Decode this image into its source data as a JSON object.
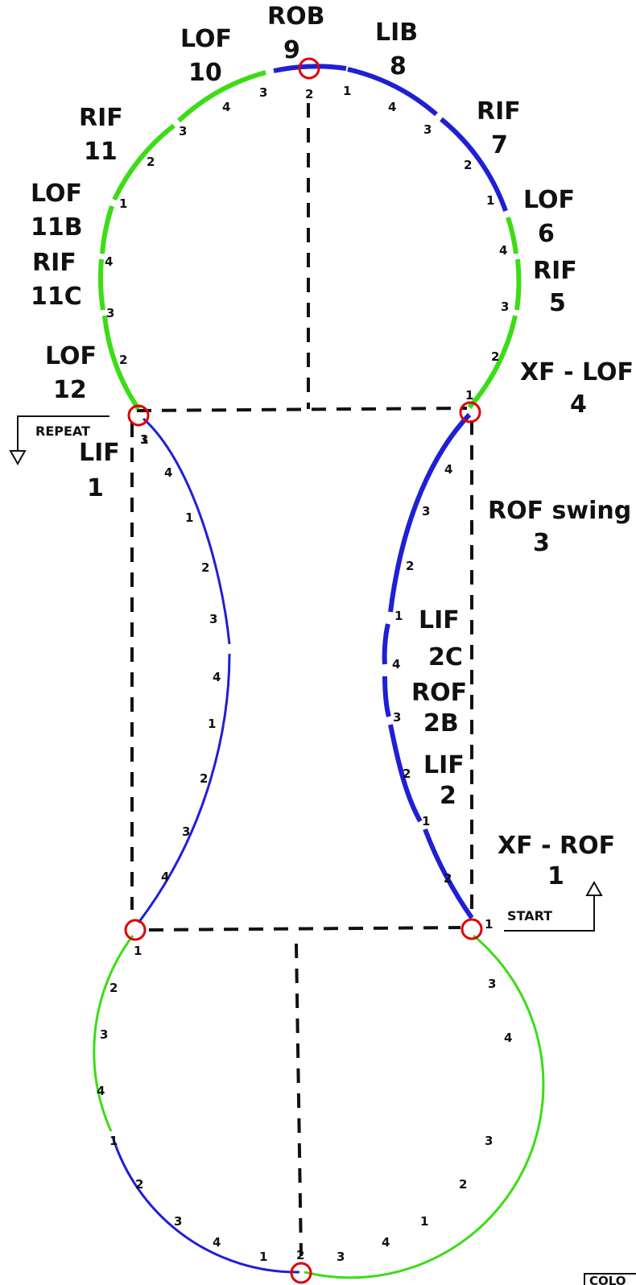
{
  "colors": {
    "blue": "#1f1fd6",
    "green": "#3cdc16",
    "ring": "#e00000",
    "ink": "#111111"
  },
  "labels": {
    "xf_rof_1_a": "XF - ROF",
    "xf_rof_1_b": "1",
    "lif_2_a": "LIF",
    "lif_2_b": "2",
    "rof_2b_a": "ROF",
    "rof_2b_b": "2B",
    "lif_2c_a": "LIF",
    "lif_2c_b": "2C",
    "rof_swing_3_a": "ROF swing",
    "rof_swing_3_b": "3",
    "xf_lof_4_a": "XF - LOF",
    "xf_lof_4_b": "4",
    "rif_5_a": "RIF",
    "rif_5_b": "5",
    "lof_6_a": "LOF",
    "lof_6_b": "6",
    "rif_7_a": "RIF",
    "rif_7_b": "7",
    "lib_8_a": "LIB",
    "lib_8_b": "8",
    "rob_9_a": "ROB",
    "rob_9_b": "9",
    "lof_10_a": "LOF",
    "lof_10_b": "10",
    "rif_11_a": "RIF",
    "rif_11_b": "11",
    "lof_11b_a": "LOF",
    "lof_11b_b": "11B",
    "rif_11c_a": "RIF",
    "rif_11c_b": "11C",
    "lof_12_a": "LOF",
    "lof_12_b": "12",
    "lif_1_a": "LIF",
    "lif_1_b": "1"
  },
  "markers": {
    "start": "START",
    "repeat": "REPEAT"
  },
  "legend_fragment": "COLO",
  "counts": {
    "top_circle": [
      "3",
      "2",
      "1",
      "4",
      "3",
      "2",
      "1",
      "4",
      "3",
      "2",
      "1",
      "4",
      "3",
      "2",
      "1",
      "4",
      "3",
      "2",
      "1"
    ],
    "right_lobe": [
      "1",
      "2",
      "3",
      "4",
      "1",
      "2",
      "3",
      "4",
      "1",
      "2",
      "3",
      "4"
    ],
    "left_lobe": [
      "3",
      "4",
      "1",
      "2",
      "3",
      "4",
      "1",
      "2",
      "3",
      "4",
      "1"
    ],
    "bottom_circle": [
      "2",
      "3",
      "4",
      "1",
      "2",
      "3",
      "4",
      "1",
      "2",
      "3",
      "4",
      "1",
      "2",
      "3"
    ]
  }
}
